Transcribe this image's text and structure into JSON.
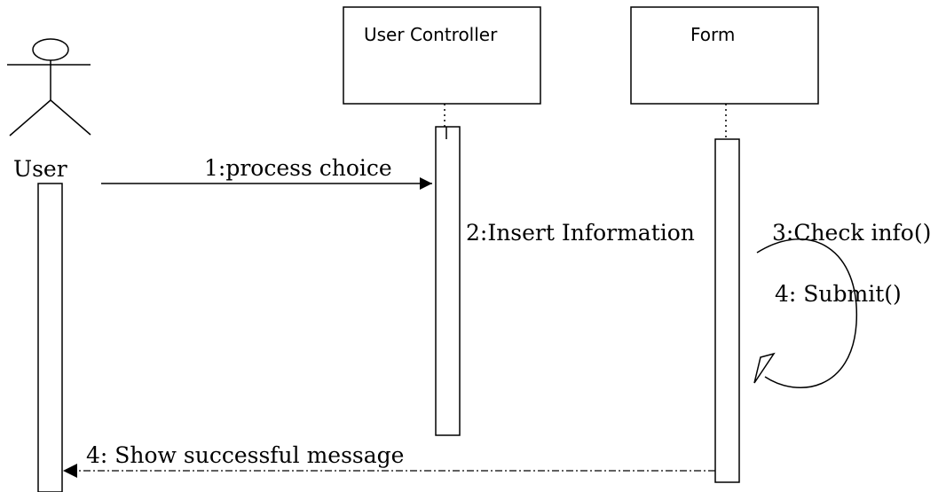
{
  "actors": [
    {
      "id": "user",
      "label": "User"
    }
  ],
  "objects": [
    {
      "id": "user-controller",
      "label": "User Controller"
    },
    {
      "id": "form",
      "label": "Form"
    }
  ],
  "messages": [
    {
      "id": "m1",
      "label": "1:process choice",
      "from": "User",
      "to": "User Controller",
      "style": "solid"
    },
    {
      "id": "m2",
      "label": "2:Insert Information",
      "from": "User Controller",
      "to": "Form",
      "style": "none"
    },
    {
      "id": "m3",
      "label": "3:Check info()",
      "from": "Form",
      "to": "Form",
      "style": "self"
    },
    {
      "id": "m4",
      "label": "4: Submit()",
      "from": "Form",
      "to": "Form",
      "style": "self"
    },
    {
      "id": "m5",
      "label": "4: Show successful message",
      "from": "Form",
      "to": "User",
      "style": "dash-dot"
    }
  ]
}
